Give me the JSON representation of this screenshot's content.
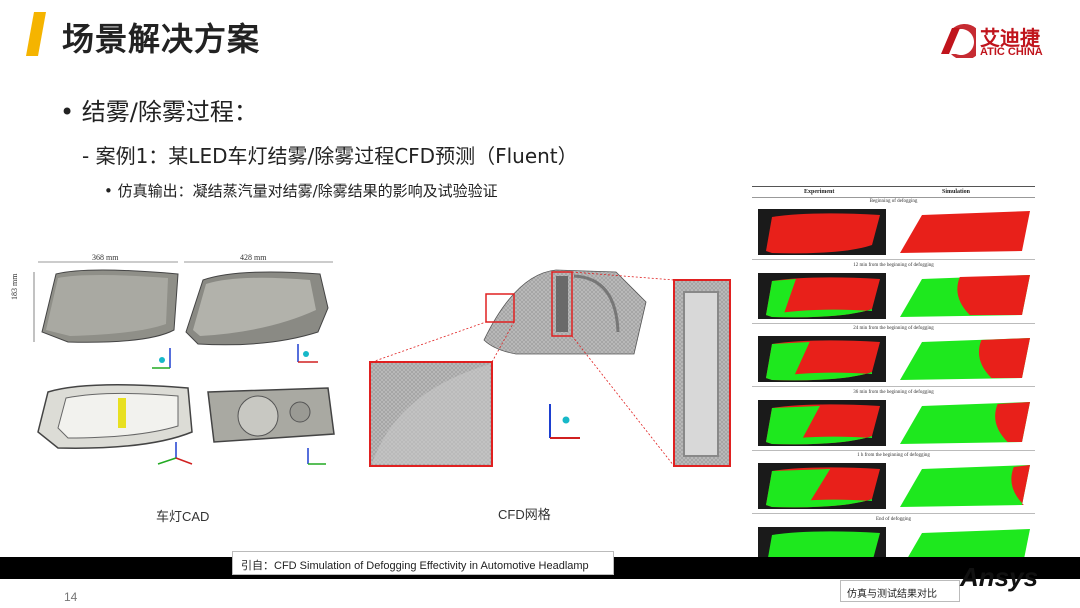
{
  "header": {
    "title": "场景解决方案",
    "logo_cn": "艾迪捷",
    "logo_en": "ATIC CHINA"
  },
  "bullets": {
    "level1": "• 结雾/除雾过程：",
    "level2": "- 案例1：某LED车灯结雾/除雾过程CFD预测（Fluent）",
    "level3": "•    仿真输出：凝结蒸汽量对结雾/除雾结果的影响及试验验证"
  },
  "cad": {
    "dim_width1": "368 mm",
    "dim_width2": "428 mm",
    "dim_height": "183 mm",
    "caption": "车灯CAD"
  },
  "mesh": {
    "caption": "CFD网格"
  },
  "comparison": {
    "col_experiment": "Experiment",
    "col_simulation": "Simulation",
    "rows": [
      {
        "label": "Beginning of defogging",
        "green_fraction": 0.0
      },
      {
        "label": "12 min from the beginning of defogging",
        "green_fraction": 0.35
      },
      {
        "label": "24 min from the beginning of defogging",
        "green_fraction": 0.55
      },
      {
        "label": "36 min from the beginning of defogging",
        "green_fraction": 0.7
      },
      {
        "label": "1 h from the beginning of defogging",
        "green_fraction": 0.85
      },
      {
        "label": "End of defogging",
        "green_fraction": 1.0
      }
    ],
    "caption": "仿真与测试结果对比"
  },
  "footer": {
    "citation": "引自：CFD Simulation of Defogging Effectivity in Automotive Headlamp",
    "page": "14",
    "brand": "Ansys"
  },
  "colors": {
    "accent_yellow": "#f5b400",
    "red": "#e8201a",
    "green": "#1ee81e",
    "logo_red": "#c0141c"
  }
}
